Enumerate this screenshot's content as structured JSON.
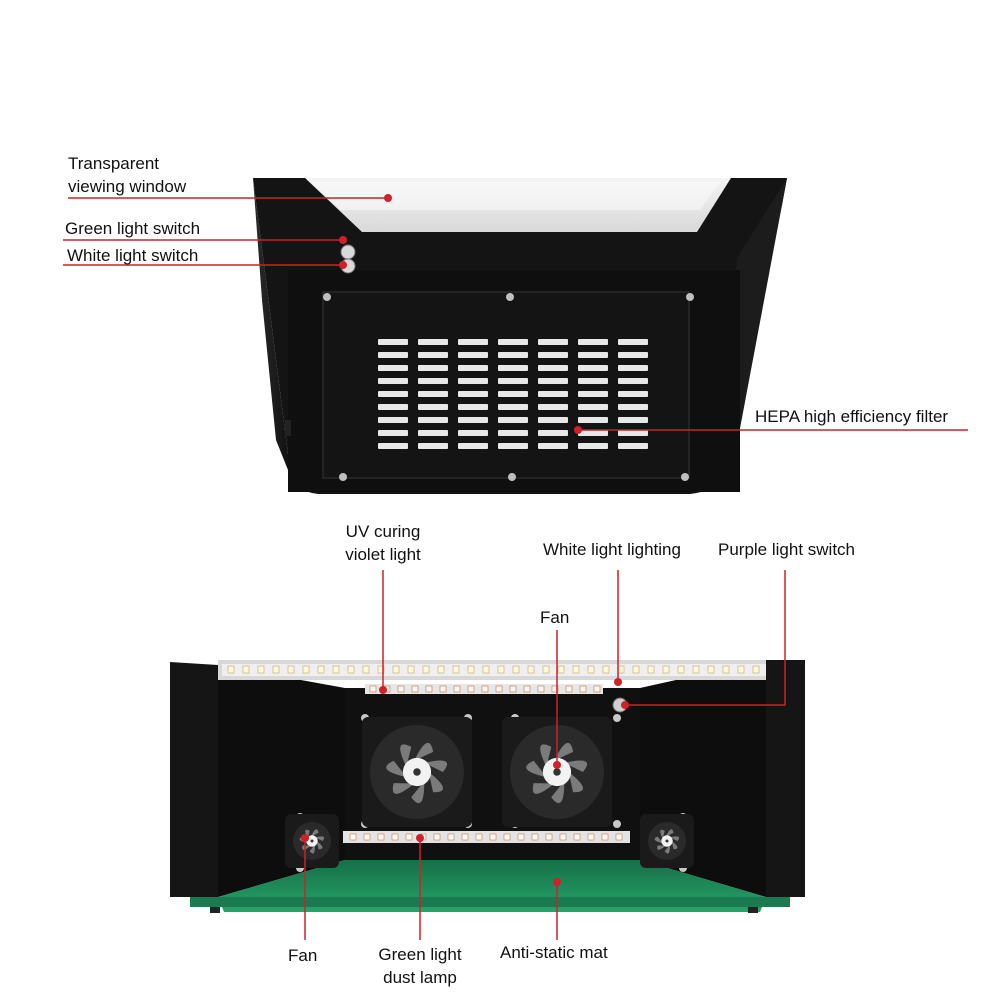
{
  "top_unit": {
    "labels": {
      "viewing_window": [
        "Transparent",
        "viewing window"
      ],
      "green_switch": "Green light switch",
      "white_switch": "White light switch",
      "hepa_filter": "HEPA high efficiency filter"
    }
  },
  "bottom_unit": {
    "labels": {
      "uv_light": [
        "UV curing",
        "violet light"
      ],
      "white_lighting": "White light lighting",
      "purple_switch": "Purple light switch",
      "fan_center": "Fan",
      "fan_left": "Fan",
      "green_lamp": [
        "Green light",
        "dust lamp"
      ],
      "anti_static_mat": "Anti-static mat"
    }
  },
  "colors": {
    "callout_line": "#d0202a",
    "body_black": "#161616",
    "mat_green": "#1f8a5a",
    "grille_white": "#e8e8e8"
  }
}
